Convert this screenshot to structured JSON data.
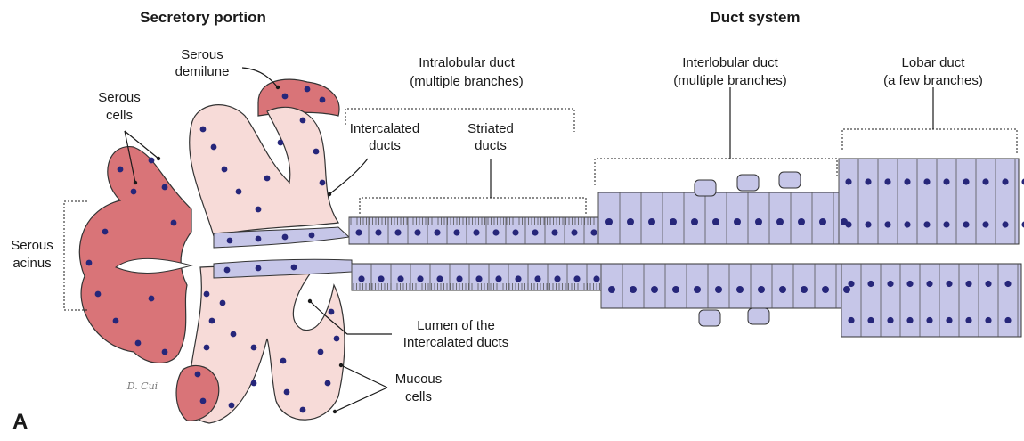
{
  "headings": {
    "secretory": "Secretory portion",
    "duct_system": "Duct system"
  },
  "labels": {
    "serous_demilune": [
      "Serous",
      "demilune"
    ],
    "serous_cells": [
      "Serous",
      "cells"
    ],
    "serous_acinus": [
      "Serous",
      "acinus"
    ],
    "intralobular": [
      "Intralobular duct",
      "(multiple branches)"
    ],
    "intercalated": [
      "Intercalated",
      "ducts"
    ],
    "striated": [
      "Striated",
      "ducts"
    ],
    "interlobular": [
      "Interlobular duct",
      "(multiple branches)"
    ],
    "lobar": [
      "Lobar duct",
      "(a few branches)"
    ],
    "lumen": [
      "Lumen of the",
      "Intercalated ducts"
    ],
    "mucous": [
      "Mucous",
      "cells"
    ]
  },
  "panel_letter": "A",
  "signature": "D. Cui",
  "colors": {
    "serous": "#d97478",
    "mucous": "#f7dbd8",
    "duct": "#c6c6e8",
    "nucleus": "#26267a",
    "outline": "#333333"
  }
}
